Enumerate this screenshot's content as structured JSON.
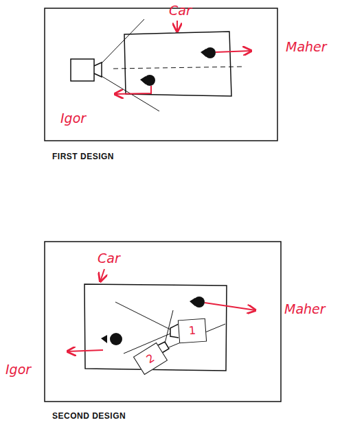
{
  "diagram": {
    "nodes": [
      {
        "text": [
          "1"
        ]
      },
      {
        "text": [
          "2"
        ]
      }
    ],
    "labels": [
      "Car",
      "Maher",
      "Igor",
      "FIRST DESIGN",
      "Car",
      "Maher",
      "Igor",
      "SECOND DESIGN"
    ]
  }
}
